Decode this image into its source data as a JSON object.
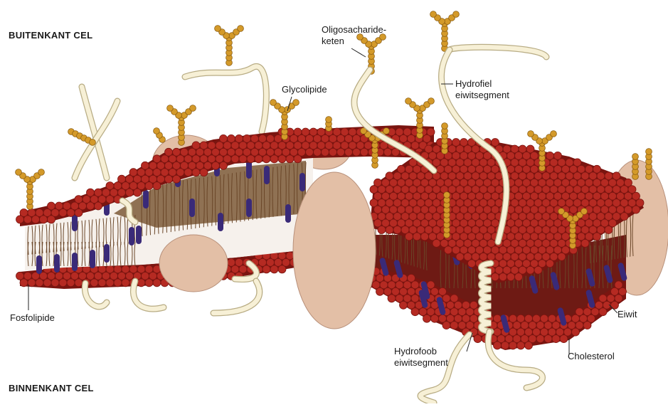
{
  "headings": {
    "outside": "BUITENKANT CEL",
    "inside": "BINNENKANT CEL"
  },
  "labels": {
    "oligosaccharide_line1": "Oligosacharide-",
    "oligosaccharide_line2": "keten",
    "glycolipid": "Glycolipide",
    "hydrophilic_line1": "Hydrofiel",
    "hydrophilic_line2": "eiwitsegment",
    "phospholipid": "Fosfolipide",
    "protein": "Eiwit",
    "hydrophobic_line1": "Hydrofoob",
    "hydrophobic_line2": "eiwitsegment",
    "cholesterol": "Cholesterol"
  },
  "colors": {
    "head": "#b52a22",
    "head_dark": "#7a1510",
    "tail": "#6a4628",
    "cholesterol": "#3a2a78",
    "protein": "#e3bfa6",
    "protein_edge": "#b8907a",
    "chain": "#d49a2a",
    "strand": "#f7f0d6",
    "strand_edge": "#b8ac84"
  }
}
